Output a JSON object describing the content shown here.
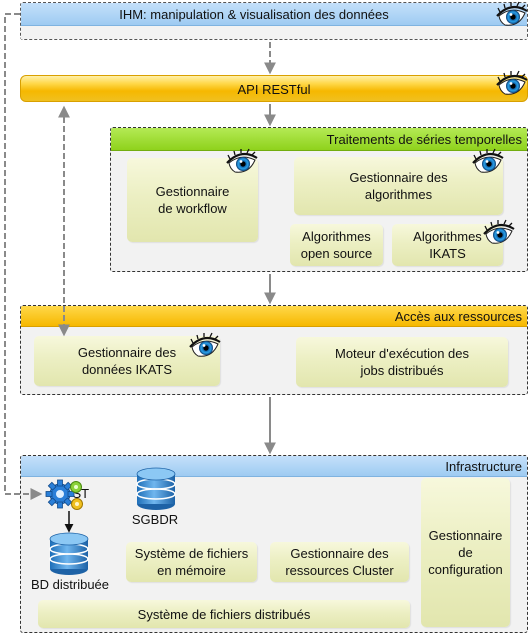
{
  "ihm": {
    "title": "IHM: manipulation & visualisation des données"
  },
  "api": {
    "title": "API RESTful"
  },
  "traitements": {
    "title": "Traitements de séries temporelles",
    "workflow": "Gestionnaire\nde workflow",
    "algo_manager": "Gestionnaire des\nalgorithmes",
    "algo_open": "Algorithmes\nopen source",
    "algo_ikats": "Algorithmes\nIKATS"
  },
  "acces": {
    "title": "Accès aux ressources",
    "data_manager": "Gestionnaire des\ndonnées IKATS",
    "jobs_engine": "Moteur d'exécution des\njobs distribués"
  },
  "infra": {
    "title": "Infrastructure",
    "bd_st": "BD ST",
    "bd_distribuee": "BD distribuée",
    "sgbdr": "SGBDR",
    "fs_memoire": "Système de fichiers\nen mémoire",
    "cluster": "Gestionnaire des\nressources Cluster",
    "config": "Gestionnaire\nde\nconfiguration",
    "fs_distribue": "Système de fichiers distribués"
  },
  "icons": {
    "eye": "eye-icon",
    "gears": "gears-icon",
    "database": "database-icon"
  },
  "colors": {
    "ihm_header": "#9ecbf2",
    "api_bar": "#f6b800",
    "traitements_header": "#8fd21c",
    "acces_header": "#f6b800",
    "infra_header": "#9ecbf2",
    "box_fill": "#e9ecbd",
    "arrow": "#8a8a8a",
    "db_blue": "#2a7fc8"
  }
}
